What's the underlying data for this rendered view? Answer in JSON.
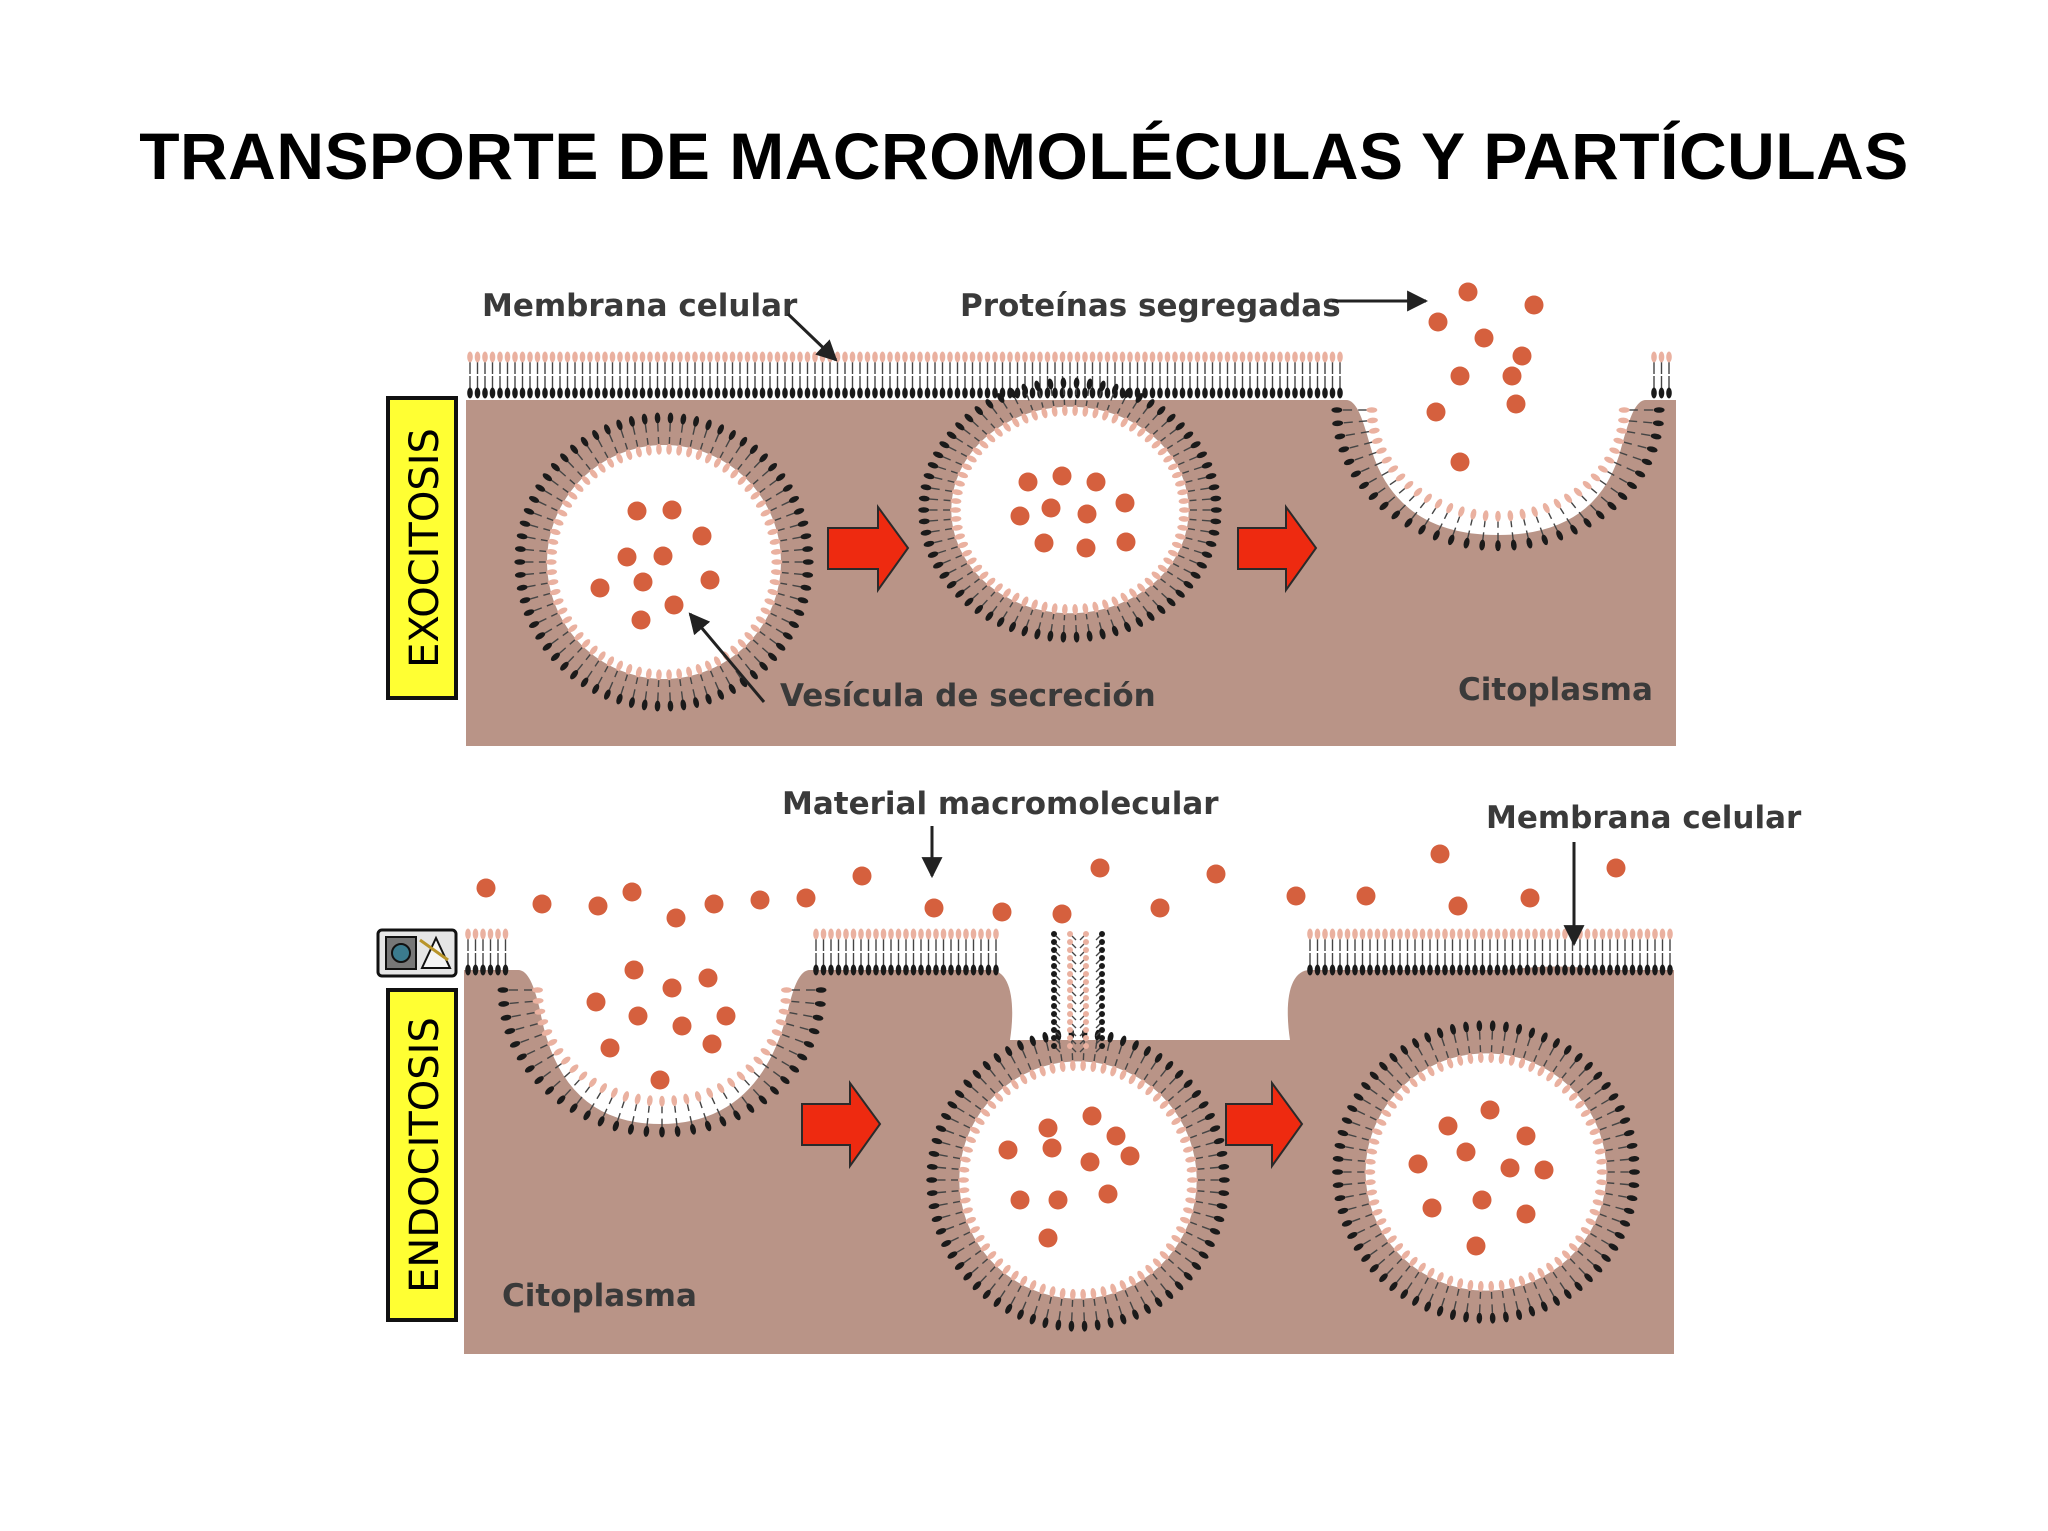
{
  "title": "TRANSPORTE DE MACROMOLÉCULAS Y PARTÍCULAS",
  "colors": {
    "cytoplasm": "#b99487",
    "lipid_head_outer": "#eab1a0",
    "lipid_head_inner": "#1a1a1a",
    "particle": "#d5603e",
    "arrow_fill": "#ee2a10",
    "side_label_bg": "#ffff33"
  },
  "exocytosis": {
    "side_label": "EXOCITOSIS",
    "labels": {
      "membrana_celular": "Membrana celular",
      "proteinas_segregadas": "Proteínas segregadas",
      "vesicula_de_secrecion": "Vesícula de secreción",
      "citoplasma": "Citoplasma"
    }
  },
  "endocytosis": {
    "side_label": "ENDOCITOSIS",
    "icon": "camera-icon",
    "labels": {
      "material_macromolecular": "Material macromolecular",
      "membrana_celular": "Membrana celular",
      "citoplasma": "Citoplasma"
    }
  }
}
